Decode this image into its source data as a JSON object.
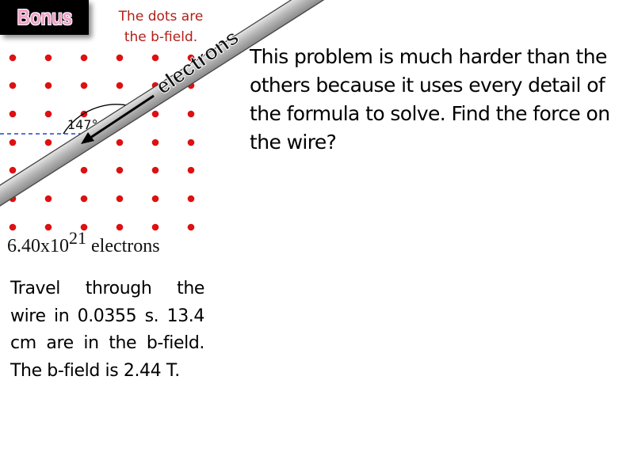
{
  "badge": {
    "label": "Bonus"
  },
  "field_note": {
    "line1": "The dots are",
    "line2": "the b-field."
  },
  "wire": {
    "label": "electrons"
  },
  "angle": {
    "label": "147°"
  },
  "problem": {
    "text": "This problem is much harder than the others because it uses every detail of the formula to solve. Find the force on the wire?"
  },
  "electron_count": {
    "mantissa": "6.40x10",
    "exponent": "21",
    "unit": "electrons"
  },
  "travel": {
    "text": "Travel through the wire in 0.0355 s. 13.4 cm are in the b-field. The b-field is 2.44 T."
  },
  "colors": {
    "dot": "#dd1111",
    "note": "#b02018",
    "reference_line": "#2244cc",
    "wire": "#a8a8a8"
  }
}
